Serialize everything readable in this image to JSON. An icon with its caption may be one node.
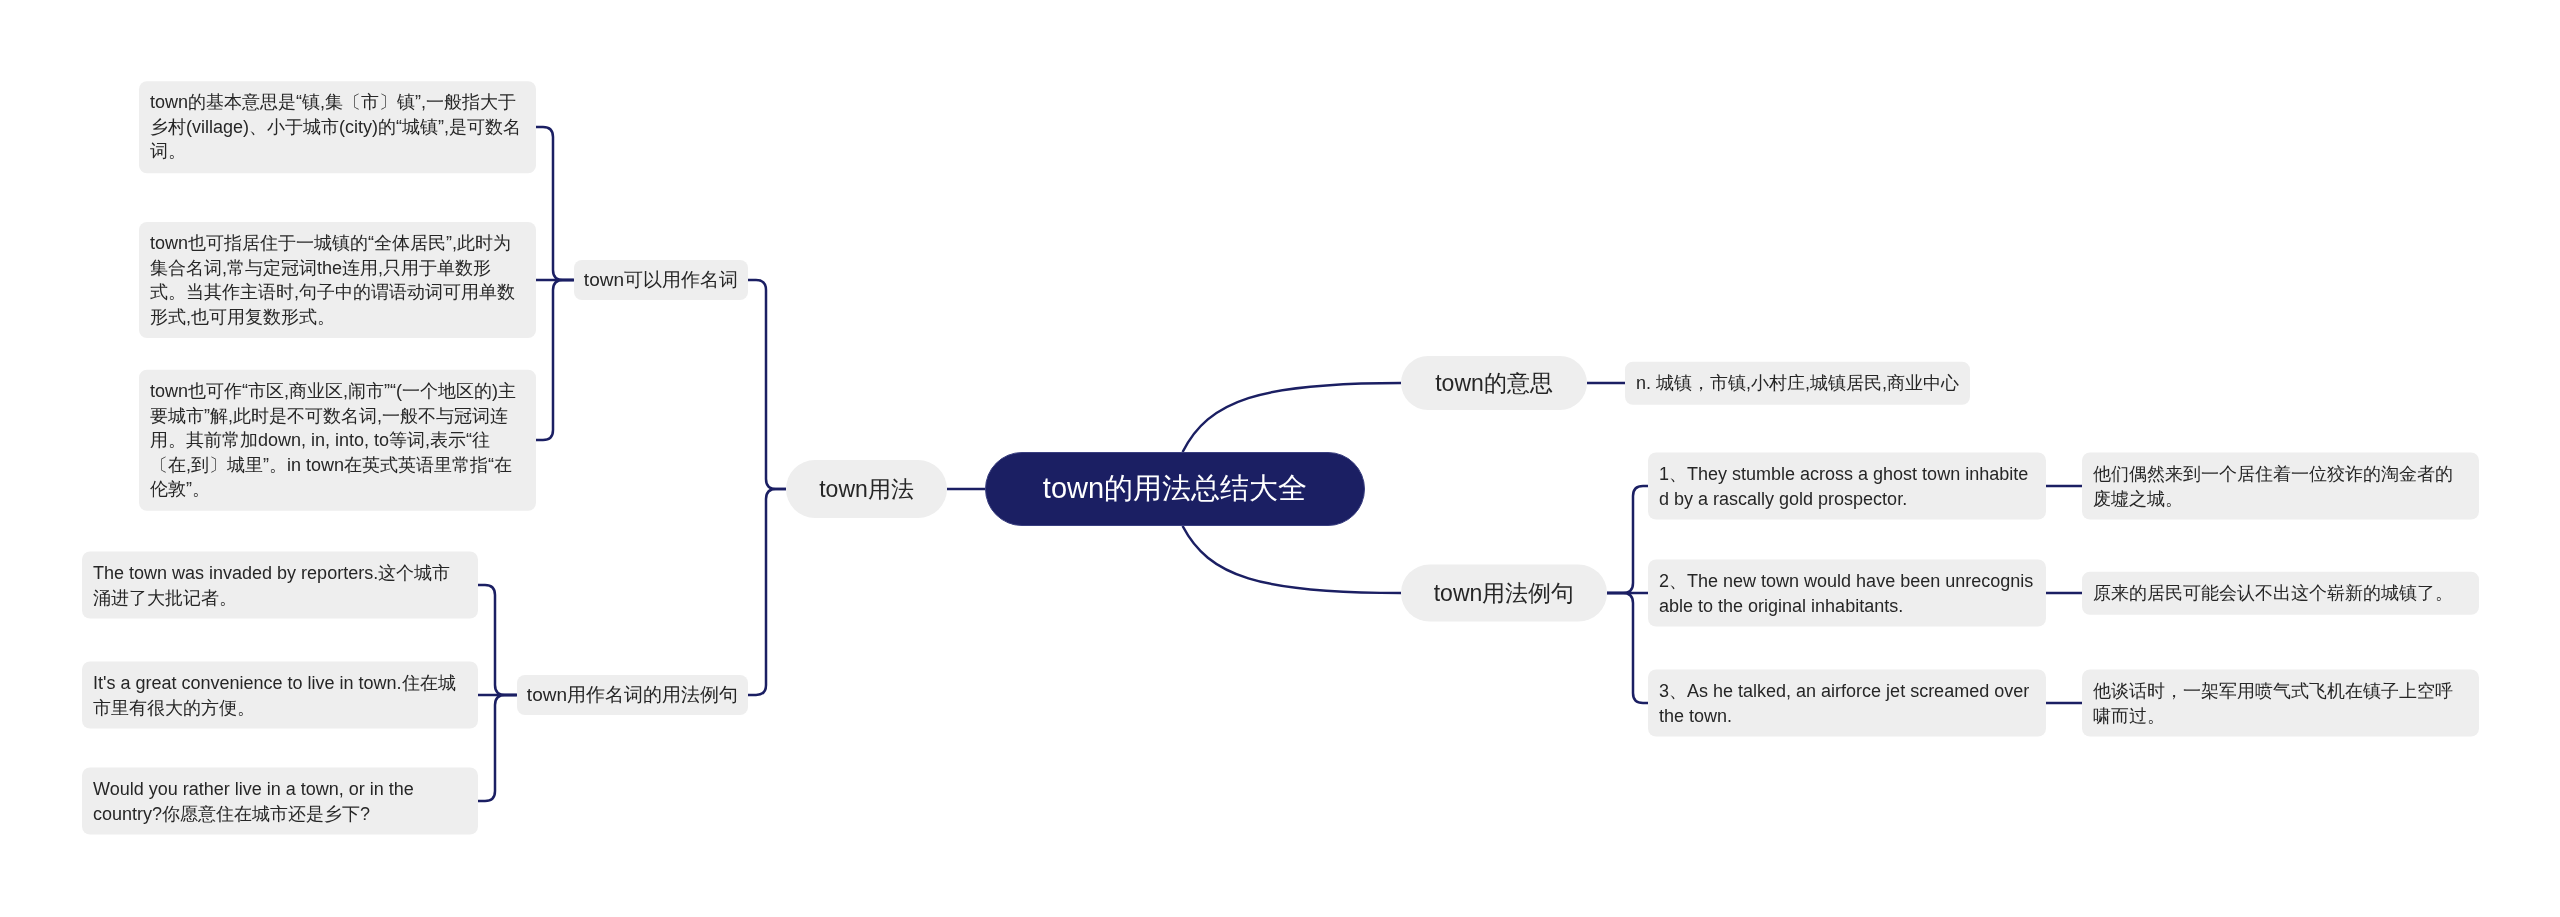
{
  "diagram": {
    "nodes": [
      {
        "text": [
          "town的用法总结大全"
        ]
      },
      {
        "text": [
          "town用法"
        ]
      },
      {
        "text": [
          "town可以用作名词"
        ]
      },
      {
        "text": [
          "town的基本意思是“镇,集〔市〕镇”,一般指大于乡村(village)、小于城市(city)的“城镇”,是可数名词。"
        ]
      },
      {
        "text": [
          "town也可指居住于一城镇的“全体居民”,此时为集合名词,常与定冠词the连用,只用于单数形式。当其作主语时,句子中的谓语动词可用单数形式,也可用复数形式。"
        ]
      },
      {
        "text": [
          "town也可作“市区,商业区,闹市”“(一个地区的)主要城市”解,此时是不可数名词,一般不与冠词连用。其前常加down, in, into, to等词,表示“往〔在,到〕城里”。in town在英式英语里常指“在伦敦”。"
        ]
      },
      {
        "text": [
          "town用作名词的用法例句"
        ]
      },
      {
        "text": [
          "The town was invaded by reporters.这个城市涌进了大批记者。"
        ]
      },
      {
        "text": [
          "It's a great convenience to live in town.住在城市里有很大的方便。"
        ]
      },
      {
        "text": [
          "Would you rather live in a town, or in the country?你愿意住在城市还是乡下?"
        ]
      },
      {
        "text": [
          "town的意思"
        ]
      },
      {
        "text": [
          "n. 城镇，市镇,小村庄,城镇居民,商业中心"
        ]
      },
      {
        "text": [
          "town用法例句"
        ]
      },
      {
        "text": [
          "1、They stumble across a ghost town inhabited by a rascally gold prospector."
        ]
      },
      {
        "text": [
          "他们偶然来到一个居住着一位狡诈的淘金者的废墟之城。"
        ]
      },
      {
        "text": [
          "2、The new town would have been unrecognisable to the original inhabitants."
        ]
      },
      {
        "text": [
          "原来的居民可能会认不出这个崭新的城镇了。"
        ]
      },
      {
        "text": [
          "3、As he talked, an airforce jet screamed over the town."
        ]
      },
      {
        "text": [
          "他谈话时，一架军用喷气式飞机在镇子上空呼啸而过。"
        ]
      }
    ],
    "edges": [
      {
        "from": 0,
        "to": 1,
        "arrow": "none"
      },
      {
        "from": 1,
        "to": 2,
        "arrow": "none"
      },
      {
        "from": 2,
        "to": 3,
        "arrow": "none"
      },
      {
        "from": 2,
        "to": 4,
        "arrow": "none"
      },
      {
        "from": 2,
        "to": 5,
        "arrow": "none"
      },
      {
        "from": 1,
        "to": 6,
        "arrow": "none"
      },
      {
        "from": 6,
        "to": 7,
        "arrow": "none"
      },
      {
        "from": 6,
        "to": 8,
        "arrow": "none"
      },
      {
        "from": 6,
        "to": 9,
        "arrow": "none"
      },
      {
        "from": 0,
        "to": 10,
        "arrow": "none"
      },
      {
        "from": 10,
        "to": 11,
        "arrow": "none"
      },
      {
        "from": 0,
        "to": 12,
        "arrow": "none"
      },
      {
        "from": 12,
        "to": 13,
        "arrow": "none"
      },
      {
        "from": 13,
        "to": 14,
        "arrow": "none"
      },
      {
        "from": 12,
        "to": 15,
        "arrow": "none"
      },
      {
        "from": 15,
        "to": 16,
        "arrow": "none"
      },
      {
        "from": 12,
        "to": 17,
        "arrow": "none"
      },
      {
        "from": 17,
        "to": 18,
        "arrow": "none"
      }
    ]
  }
}
